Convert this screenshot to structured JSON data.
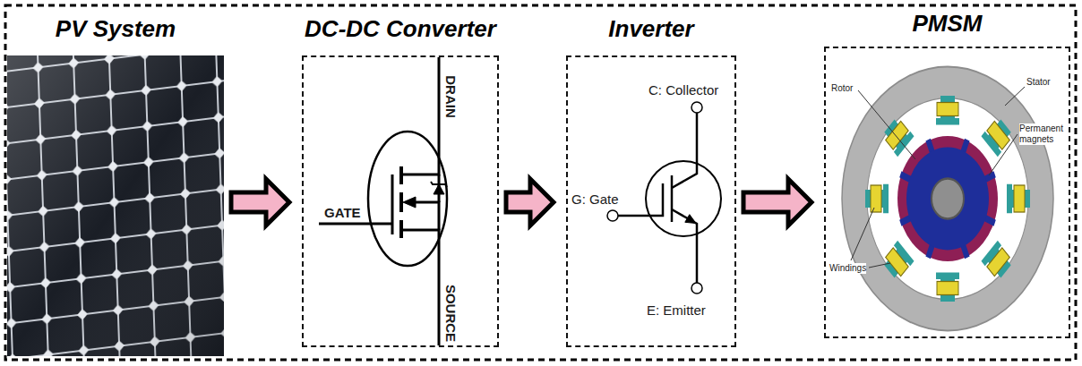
{
  "diagram": {
    "nodes": [
      {
        "text": [
          "PV System"
        ]
      },
      {
        "text": [
          "DC-DC Converter"
        ]
      },
      {
        "text": [
          "Inverter"
        ]
      },
      {
        "text": [
          "PMSM"
        ]
      }
    ],
    "edges": [
      {
        "from": 0,
        "to": 1,
        "arrow": "to"
      },
      {
        "from": 1,
        "to": 2,
        "arrow": "to"
      },
      {
        "from": 2,
        "to": 3,
        "arrow": "to"
      }
    ],
    "labels": [
      "GATE",
      "DRAIN",
      "SOURCE",
      "C: Collector",
      "G: Gate",
      "E: Emitter",
      "Rotor",
      "Stator",
      "Permanent magnets",
      "Windings"
    ]
  }
}
